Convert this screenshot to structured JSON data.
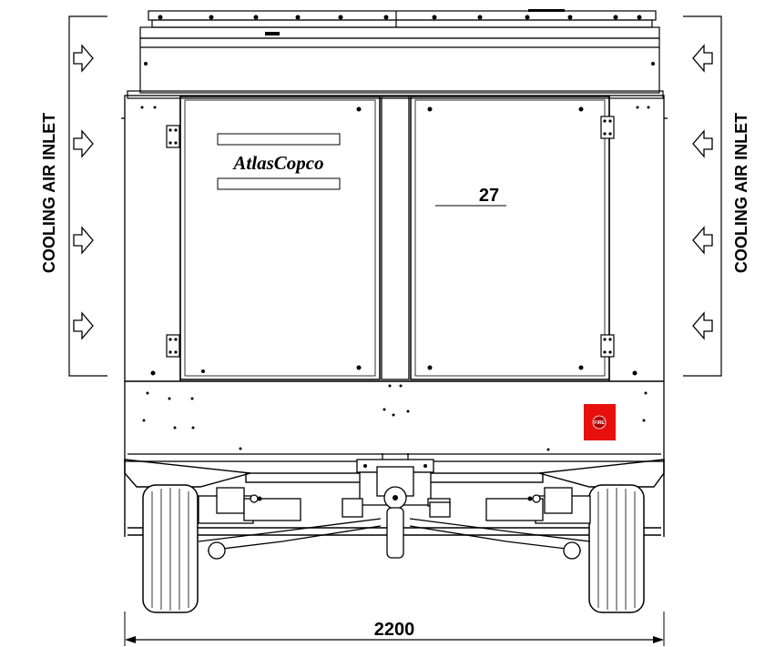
{
  "labels": {
    "left_inlet": "COOLING AIR INLET",
    "right_inlet": "COOLING AIR INLET",
    "part_number": "27",
    "width_dimension": "2200",
    "logo": "AtlasCopco",
    "fire_sign": "FIRE"
  },
  "colors": {
    "line": "#000000",
    "fire_sign": "#e8100c",
    "background": "#ffffff"
  },
  "icons": {
    "inlet_arrow_left": "right-pointing-hollow-arrow",
    "inlet_arrow_right": "left-pointing-hollow-arrow"
  }
}
